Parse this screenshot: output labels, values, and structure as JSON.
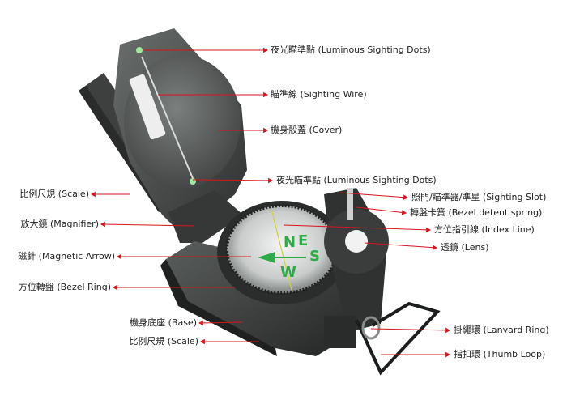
{
  "labels": {
    "luminous_dots_top": "夜光瞄準點 (Luminous Sighting Dots)",
    "sighting_wire": "瞄準線 (Sighting Wire)",
    "cover": "機身殼蓋 (Cover)",
    "luminous_dots_mid": "夜光瞄準點 (Luminous Sighting Dots)",
    "sighting_slot": "照門/瞄準器/準星 (Sighting Slot)",
    "bezel_detent_spring": "轉盤卡簧 (Bezel detent spring)",
    "index_line": "方位指引線 (Index Line)",
    "lens": "透鏡 (Lens)",
    "lanyard_ring": "掛繩環 (Lanyard Ring)",
    "thumb_loop": "指扣環 (Thumb Loop)",
    "scale_upper": "比例尺規 (Scale)",
    "magnifier": "放大鏡 (Magnifier)",
    "magnetic_arrow": "磁針 (Magnetic Arrow)",
    "bezel_ring": "方位轉盤 (Bezel Ring)",
    "base": "機身底座 (Base)",
    "scale_lower": "比例尺規 (Scale)"
  },
  "dial_letters": {
    "north": "N",
    "east": "E",
    "south": "S",
    "west": "W"
  },
  "colors": {
    "callout": "#d9141e",
    "body": "#3a3d3c",
    "dial_green": "#2faa48"
  }
}
